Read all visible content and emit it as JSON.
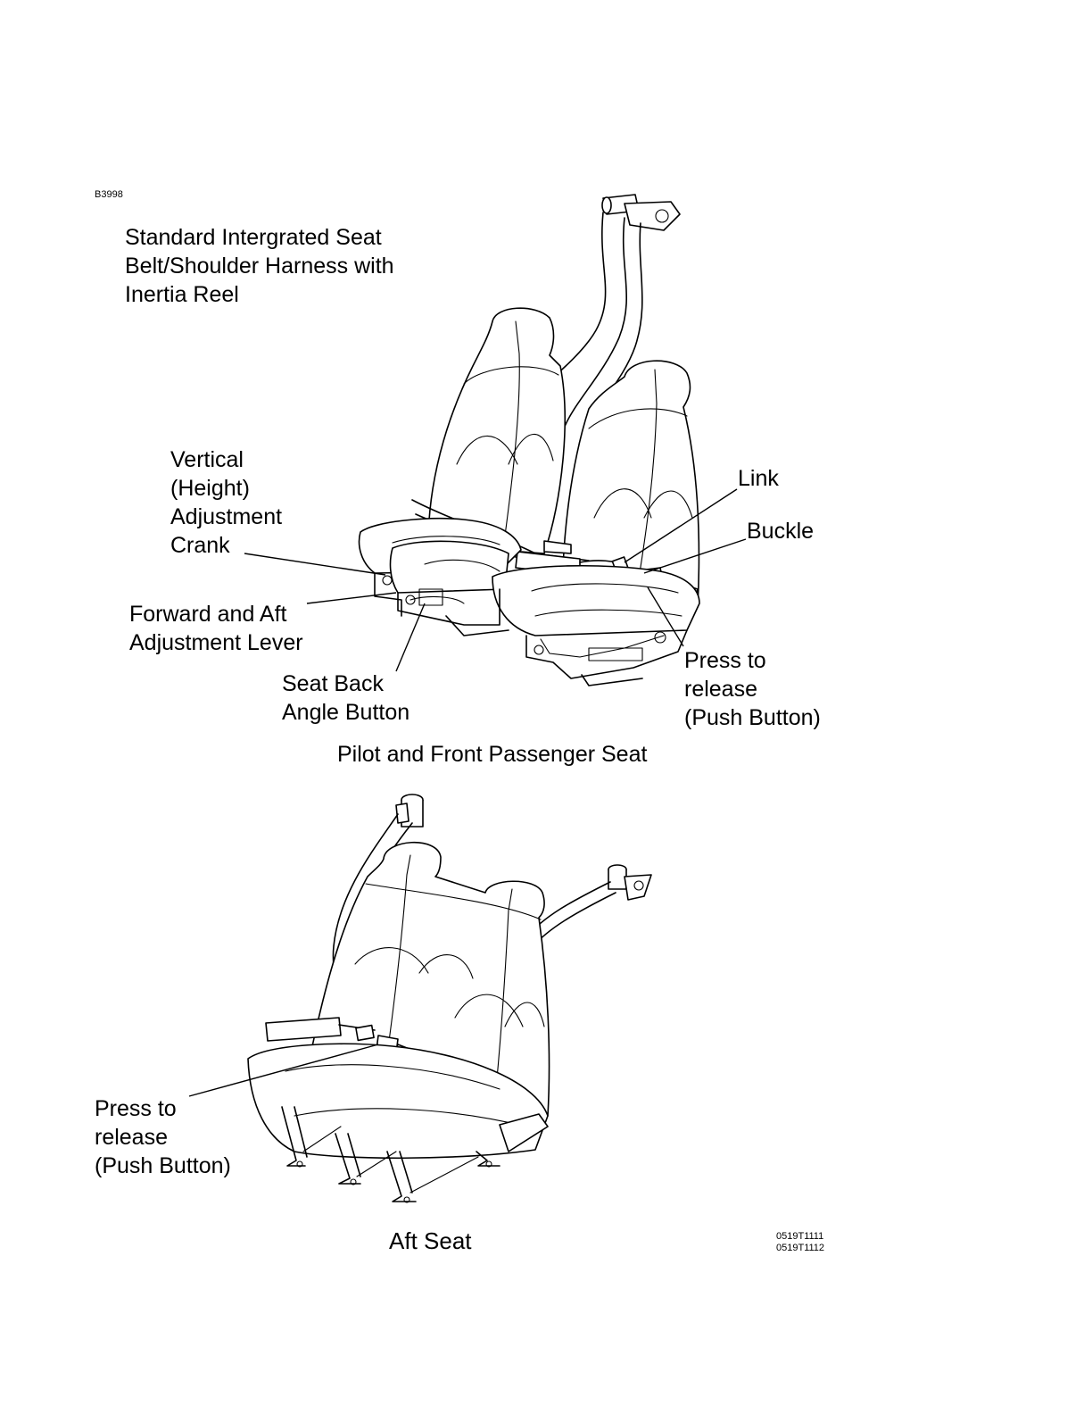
{
  "figure_code": "B3998",
  "ref_codes": [
    "0519T1111",
    "0519T1112"
  ],
  "top_diagram": {
    "labels": {
      "harness": "Standard Intergrated Seat\nBelt/Shoulder Harness with\nInertia Reel",
      "vertical_crank": "Vertical\n(Height)\nAdjustment\nCrank",
      "fore_aft_lever": "Forward and Aft\nAdjustment Lever",
      "seat_back_button": "Seat Back\nAngle Button",
      "link": "Link",
      "buckle": "Buckle",
      "press_release": "Press to\nrelease\n(Push Button)"
    },
    "caption": "Pilot and Front Passenger Seat"
  },
  "bottom_diagram": {
    "labels": {
      "press_release": "Press to\nrelease\n(Push Button)"
    },
    "caption": "Aft Seat"
  }
}
